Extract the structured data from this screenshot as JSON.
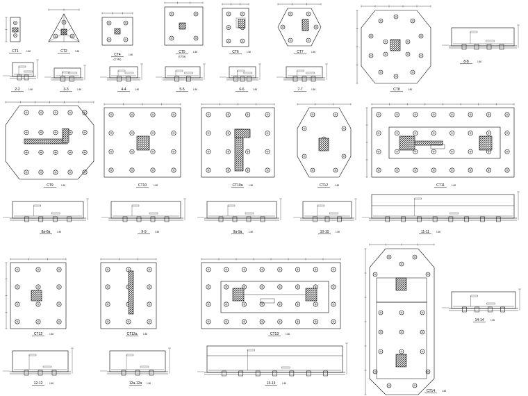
{
  "sheet": {
    "plans": [
      {
        "id": "ct1",
        "label": "CT1",
        "scale": "1:50"
      },
      {
        "id": "ct2",
        "label": "CT2",
        "scale": "1:50"
      },
      {
        "id": "ct4",
        "label": "CT4",
        "sublabel": "(CT4a)",
        "scale": "1:50"
      },
      {
        "id": "ct5",
        "label": "CT5",
        "sublabel": "(CT5a)",
        "scale": "1:50"
      },
      {
        "id": "ct6",
        "label": "CT6",
        "scale": "1:50"
      },
      {
        "id": "ct7",
        "label": "CT7",
        "scale": "1:50"
      },
      {
        "id": "ct8",
        "label": "CT8",
        "scale": "1:50"
      },
      {
        "id": "ct9",
        "label": "CT9",
        "scale": "1:50"
      },
      {
        "id": "ct10",
        "label": "CT10",
        "scale": "1:50"
      },
      {
        "id": "ct10a",
        "label": "CT10a",
        "scale": "1:50"
      },
      {
        "id": "ct11a",
        "label": "CT12",
        "scale": "1:50"
      },
      {
        "id": "ct11",
        "label": "CT11",
        "scale": "1:50"
      },
      {
        "id": "ct12",
        "label": "CT12",
        "scale": "1:50"
      },
      {
        "id": "ct12a",
        "label": "CT12a",
        "scale": "1:50"
      },
      {
        "id": "ct13",
        "label": "CT13",
        "scale": "1:50"
      },
      {
        "id": "ct14",
        "label": "CT14",
        "scale": "1:50"
      }
    ],
    "sections": [
      {
        "id": "s2",
        "label": "2-2",
        "scale": "1:50"
      },
      {
        "id": "s3",
        "label": "3-3",
        "scale": "1:50"
      },
      {
        "id": "s4",
        "label": "4-4",
        "scale": "1:50"
      },
      {
        "id": "s5",
        "label": "5-5",
        "scale": "1:50"
      },
      {
        "id": "s6",
        "label": "6-6",
        "scale": "1:50"
      },
      {
        "id": "s7",
        "label": "7-7",
        "scale": "1:50"
      },
      {
        "id": "s8",
        "label": "8-8",
        "scale": "1:50"
      },
      {
        "id": "s8a",
        "label": "8a-8a",
        "scale": "1:50"
      },
      {
        "id": "s9",
        "label": "9-9",
        "scale": "1:50"
      },
      {
        "id": "s9a",
        "label": "9a-9a",
        "scale": "1:50"
      },
      {
        "id": "s10",
        "label": "10-10",
        "scale": "1:50"
      },
      {
        "id": "s11",
        "label": "11-11",
        "scale": "1:50"
      },
      {
        "id": "s12",
        "label": "12-12",
        "scale": "1:50"
      },
      {
        "id": "s12a",
        "label": "12a-12a",
        "scale": "1:50"
      },
      {
        "id": "s13",
        "label": "13-13",
        "scale": "1:50"
      },
      {
        "id": "s14",
        "label": "14-14",
        "scale": "1:50"
      }
    ],
    "notes": [
      "",
      "",
      ""
    ],
    "colors": {
      "line": "#000000",
      "paper": "#ffffff"
    }
  }
}
